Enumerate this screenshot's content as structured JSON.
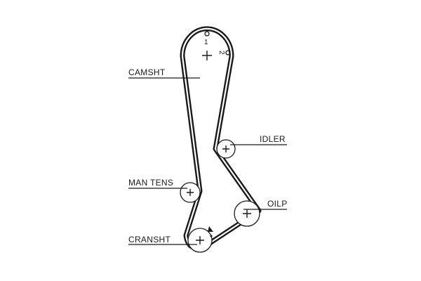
{
  "labels": {
    "camshaft": "CAMSHT",
    "idler": "IDLER",
    "tensioner": "MAN TENS",
    "oil_pump": "OILP",
    "crankshaft": "CRANSHT"
  },
  "timing_marks": {
    "mark_1": "1",
    "mark_2": "2"
  }
}
